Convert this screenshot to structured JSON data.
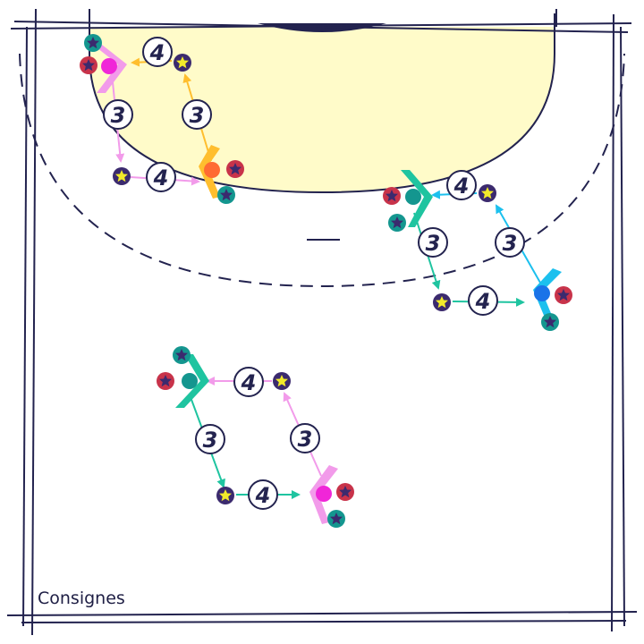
{
  "caption": "Consignes",
  "colors": {
    "line": "#23234f",
    "zone_fill": "#fffbc9",
    "pink": "#f26ce0",
    "pink_arrow": "#f29bea",
    "orange": "#ff6b33",
    "orange_arrow": "#ffbe2e",
    "teal": "#1aa89e",
    "teal_arrow": "#1fc4a0",
    "blue": "#1a73e8",
    "blue_arrow": "#1cc0ee",
    "star_yellow": "#f2ea2a",
    "star_purple": "#3b2a6e",
    "star_red": "#c8334a",
    "star_green": "#14968f"
  },
  "steps": [
    {
      "id": "g1-b3",
      "label": "3",
      "color": "pink_arrow"
    },
    {
      "id": "g1-b4",
      "label": "4",
      "color": "pink_arrow"
    },
    {
      "id": "g1-o3",
      "label": "3",
      "color": "orange_arrow"
    },
    {
      "id": "g1-o4",
      "label": "4",
      "color": "orange_arrow"
    },
    {
      "id": "g2-t3",
      "label": "3",
      "color": "teal_arrow"
    },
    {
      "id": "g2-t4",
      "label": "4",
      "color": "teal_arrow"
    },
    {
      "id": "g2-b3",
      "label": "3",
      "color": "blue_arrow"
    },
    {
      "id": "g2-b4",
      "label": "4",
      "color": "blue_arrow"
    },
    {
      "id": "g3-t3",
      "label": "3",
      "color": "teal_arrow"
    },
    {
      "id": "g3-t4",
      "label": "4",
      "color": "teal_arrow"
    },
    {
      "id": "g3-p3",
      "label": "3",
      "color": "pink_arrow"
    },
    {
      "id": "g3-p4",
      "label": "4",
      "color": "pink_arrow"
    }
  ]
}
